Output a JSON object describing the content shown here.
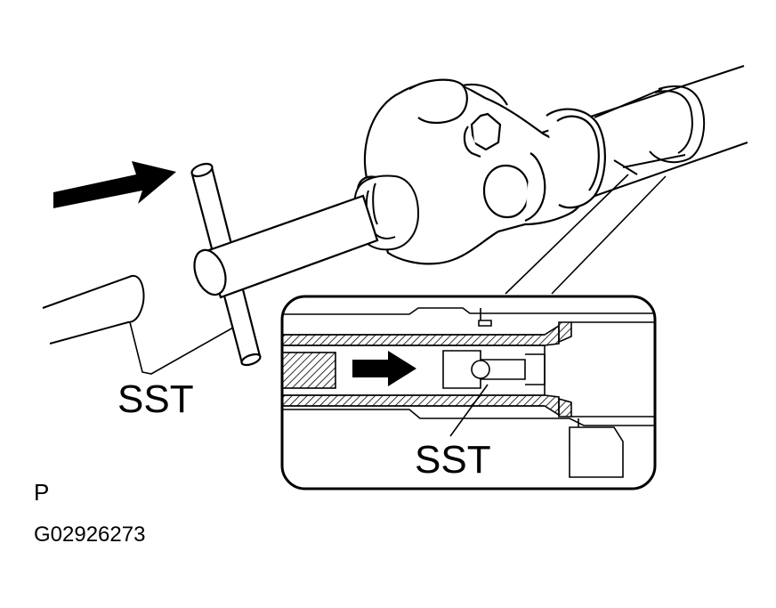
{
  "labels": {
    "sst_left": "SST",
    "sst_inset": "SST",
    "view_letter": "P",
    "figure_code": "G02926273"
  },
  "colors": {
    "ink": "#000000",
    "paper": "#ffffff"
  }
}
